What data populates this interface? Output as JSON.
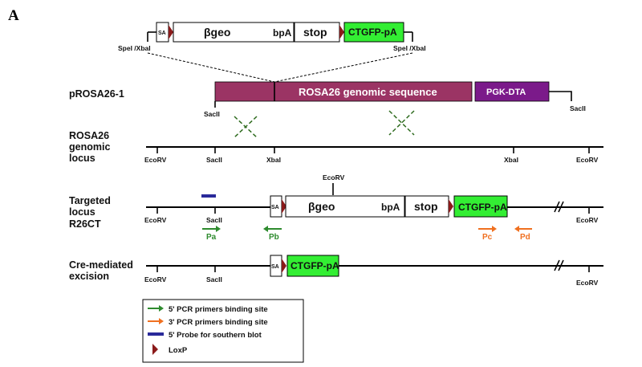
{
  "panel_label": "A",
  "colors": {
    "magenta": "#9b3464",
    "purple": "#7b1a8a",
    "gfp_green": "#33ee33",
    "primer_green": "#2e8b2e",
    "primer_orange": "#f07020",
    "probe_blue": "#2a2a9a",
    "loxp": "#8b1a1a"
  },
  "construct": {
    "sa": "SA",
    "bgeo": "βgeo",
    "bpa": "bpA",
    "stop": "stop",
    "ctgfp": "CTGFP-pA",
    "left_site": "SpeI /XbaI",
    "right_site": "SpeI /XbaI"
  },
  "prosa": {
    "label": "pROSA26-1",
    "genomic": "ROSA26 genomic sequence",
    "pgk": "PGK-DTA",
    "sacii_left": "SacII",
    "sacii_right": "SacII"
  },
  "locus": {
    "label_lines": [
      "ROSA26",
      "genomic",
      "locus"
    ],
    "sites": [
      "EcoRV",
      "SacII",
      "XbaI",
      "XbaI",
      "EcoRV"
    ]
  },
  "targeted": {
    "label_lines": [
      "Targeted",
      "locus",
      "R26CT"
    ],
    "ecorv_top": "EcoRV",
    "sites": [
      "EcoRV",
      "SacII",
      "EcoRV"
    ],
    "sa": "SA",
    "bgeo": "βgeo",
    "bpa": "bpA",
    "stop": "stop",
    "ctgfp": "CTGFP-pA",
    "primers": [
      "Pa",
      "Pb",
      "Pc",
      "Pd"
    ]
  },
  "excision": {
    "label_lines": [
      "Cre-mediated",
      "excision"
    ],
    "sites": [
      "EcoRV",
      "SacII",
      "EcoRV"
    ],
    "sa": "SA",
    "ctgfp": "CTGFP-pA"
  },
  "legend": {
    "items": [
      "5' PCR primers binding site",
      "3' PCR primers binding site",
      "5' Probe for southern blot",
      "LoxP"
    ]
  }
}
